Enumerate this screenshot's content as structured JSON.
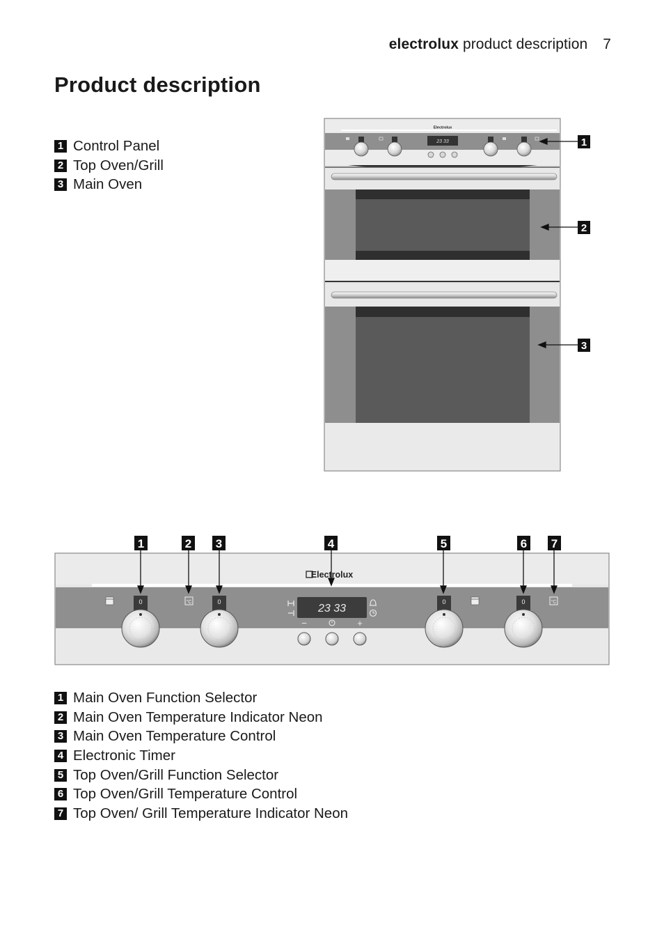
{
  "header": {
    "brand": "electrolux",
    "section": "product description",
    "page_number": "7"
  },
  "title": "Product description",
  "oven_legend": [
    {
      "num": "1",
      "label": "Control Panel"
    },
    {
      "num": "2",
      "label": "Top Oven/Grill"
    },
    {
      "num": "3",
      "label": "Main Oven"
    }
  ],
  "oven_callouts": [
    "1",
    "2",
    "3"
  ],
  "panel_callouts": [
    "1",
    "2",
    "3",
    "4",
    "5",
    "6",
    "7"
  ],
  "oven_brand": "Electrolux",
  "panel_brand": "Electrolux",
  "timer_display": "23 33",
  "knob_zero": "0",
  "timer_buttons": {
    "minus": "−",
    "plus": "+"
  },
  "panel_legend": [
    {
      "num": "1",
      "label": "Main Oven Function Selector"
    },
    {
      "num": "2",
      "label": "Main Oven Temperature Indicator Neon"
    },
    {
      "num": "3",
      "label": "Main Oven Temperature Control"
    },
    {
      "num": "4",
      "label": "Electronic Timer"
    },
    {
      "num": "5",
      "label": "Top Oven/Grill Function Selector"
    },
    {
      "num": "6",
      "label": "Top Oven/Grill Temperature Control"
    },
    {
      "num": "7",
      "label": "Top Oven/ Grill Temperature Indicator Neon"
    }
  ]
}
